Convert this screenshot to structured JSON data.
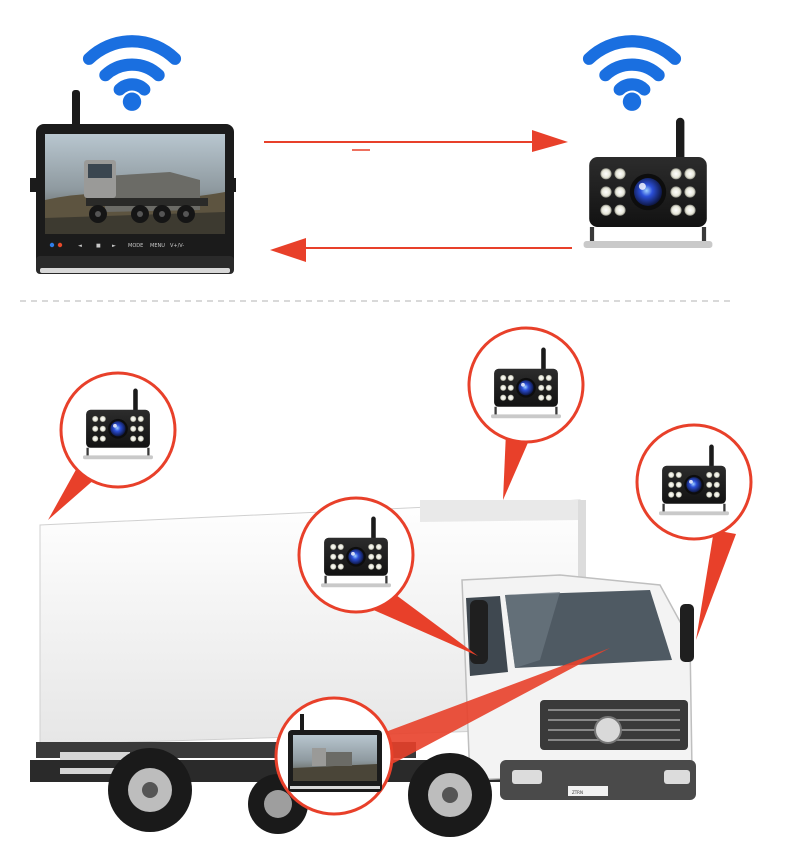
{
  "colors": {
    "accent_red": "#e8402a",
    "wifi_blue": "#1a6fe0",
    "divider": "#d9d9d9",
    "device_black": "#1b1b1b",
    "truck_white": "#f3f3f3"
  },
  "icons": [
    "wifi-icon",
    "monitor-device",
    "wireless-camera-device",
    "box-truck"
  ],
  "monitor": {
    "buttons": [
      "◄",
      "■",
      "►",
      "MODE",
      "MENU",
      "V+/V-"
    ]
  },
  "truck_plate": "ZTRN"
}
